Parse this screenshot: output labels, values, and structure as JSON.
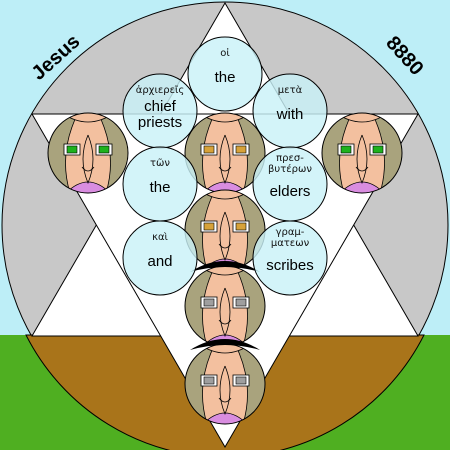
{
  "corner_text": {
    "left": "Jesus",
    "right": "8880"
  },
  "colors": {
    "sky": "#bdeef7",
    "grass": "#4faf21",
    "ground": "#a9741a",
    "disk_gray": "#c8c8c8",
    "star_white": "#ffffff",
    "circle_fill": "#c9f1f8",
    "face": "#f3c09f",
    "hair": "#a9a37d",
    "collar": "#d98de0",
    "eye_green": "#1db21d",
    "eye_orange": "#d7a23a",
    "eye_gray": "#9f9f9f"
  },
  "words": [
    {
      "greek": "οἱ",
      "english": "the"
    },
    {
      "greek": "ἀρχιερεῖς",
      "english": "chief priests"
    },
    {
      "greek": "μετὰ",
      "english": "with"
    },
    {
      "greek": "τῶν",
      "english": "the"
    },
    {
      "greek": "πρεσ-βυτέρων",
      "english": "elders"
    },
    {
      "greek": "καὶ",
      "english": "and"
    },
    {
      "greek": "γραμ-ματεων",
      "english": "scribes"
    }
  ],
  "faces": [
    {
      "eye": "eye_green",
      "chin": "collar"
    },
    {
      "eye": "eye_orange",
      "chin": "collar"
    },
    {
      "eye": "eye_green",
      "chin": "collar"
    },
    {
      "eye": "eye_orange",
      "chin": "collar"
    },
    {
      "eye": "eye_gray",
      "chin": "collar"
    },
    {
      "eye": "eye_gray",
      "chin": "collar"
    }
  ]
}
